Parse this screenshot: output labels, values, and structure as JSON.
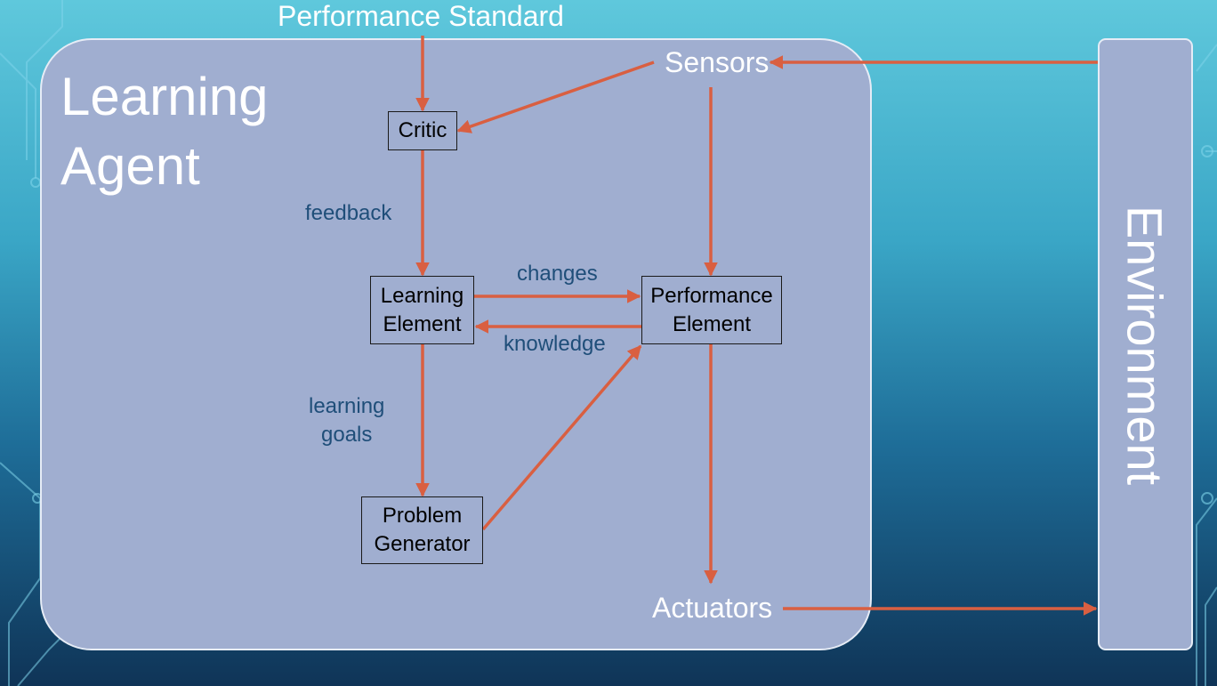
{
  "diagram": {
    "title": "Learning\nAgent",
    "environment_label": "Environment",
    "external_nodes": {
      "performance_standard": "Performance Standard",
      "sensors": "Sensors",
      "actuators": "Actuators"
    },
    "boxes": {
      "critic": "Critic",
      "learning_element": "Learning\nElement",
      "performance_element": "Performance\nElement",
      "problem_generator": "Problem\nGenerator"
    },
    "edge_labels": {
      "feedback": "feedback",
      "changes": "changes",
      "knowledge": "knowledge",
      "learning_goals": "learning\ngoals"
    },
    "colors": {
      "arrow": "#d95f41",
      "panel": "#a0aed0",
      "edge_label": "#1f4e79"
    }
  }
}
